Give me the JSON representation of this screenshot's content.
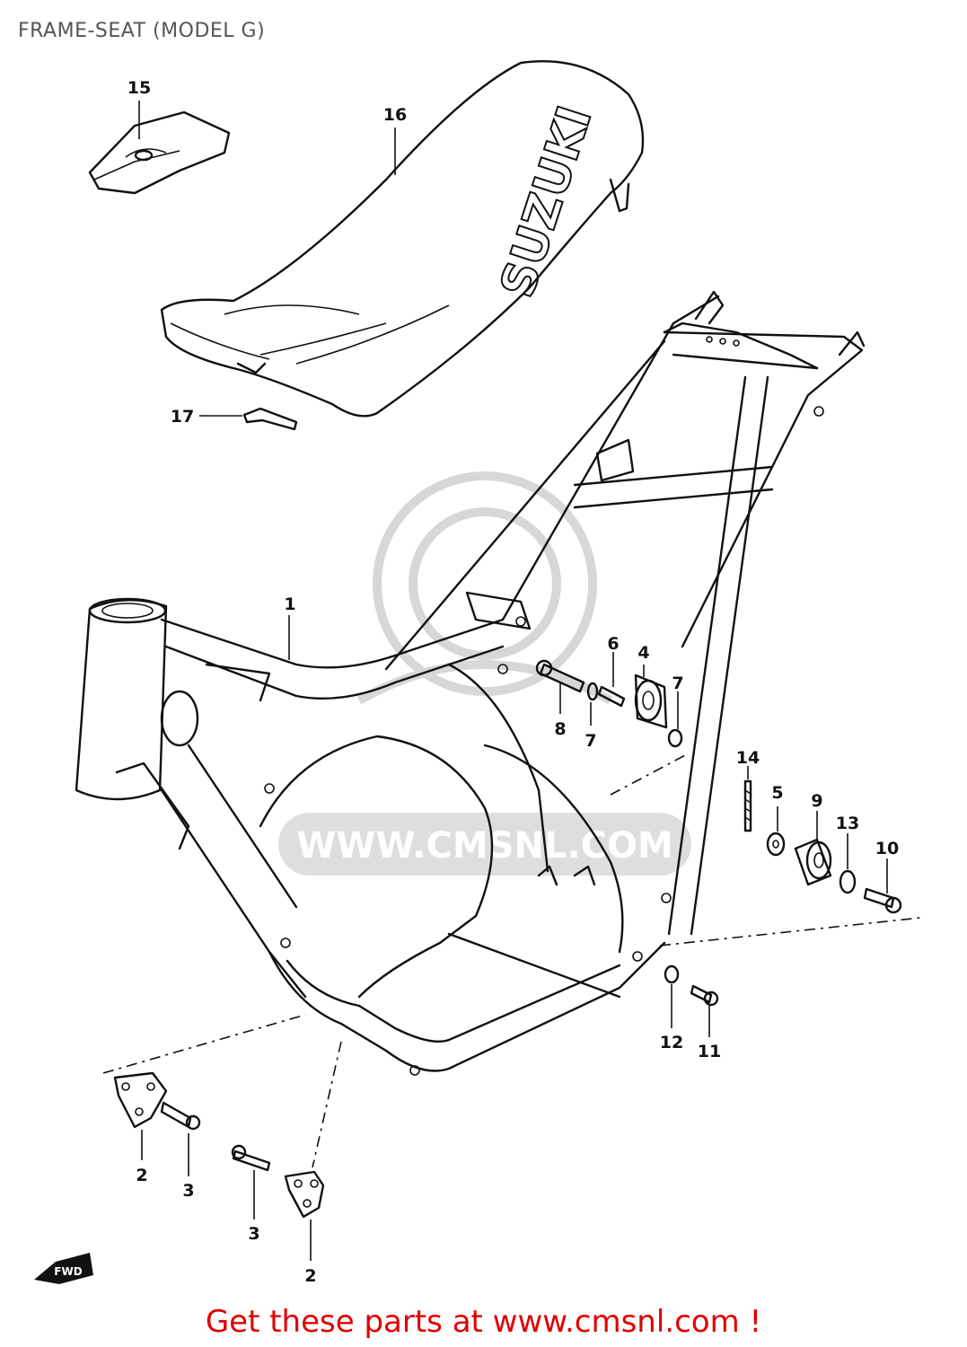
{
  "title": "FRAME-SEAT (MODEL G)",
  "seat_brand": "SUZUKI",
  "watermark": "WWW.CMSNL.COM",
  "footer": "Get these parts at www.cmsnl.com !",
  "fwd_arrow": "FWD",
  "colors": {
    "title": "#555555",
    "footer": "#e00000",
    "lines": "#111111",
    "watermark": "#d7d7d7"
  },
  "labels": {
    "l1": "1",
    "l2a": "2",
    "l2b": "2",
    "l3a": "3",
    "l3b": "3",
    "l4": "4",
    "l5": "5",
    "l6": "6",
    "l7a": "7",
    "l7b": "7",
    "l8": "8",
    "l9": "9",
    "l10": "10",
    "l11": "11",
    "l12": "12",
    "l13": "13",
    "l14": "14",
    "l15": "15",
    "l16": "16",
    "l17": "17"
  }
}
